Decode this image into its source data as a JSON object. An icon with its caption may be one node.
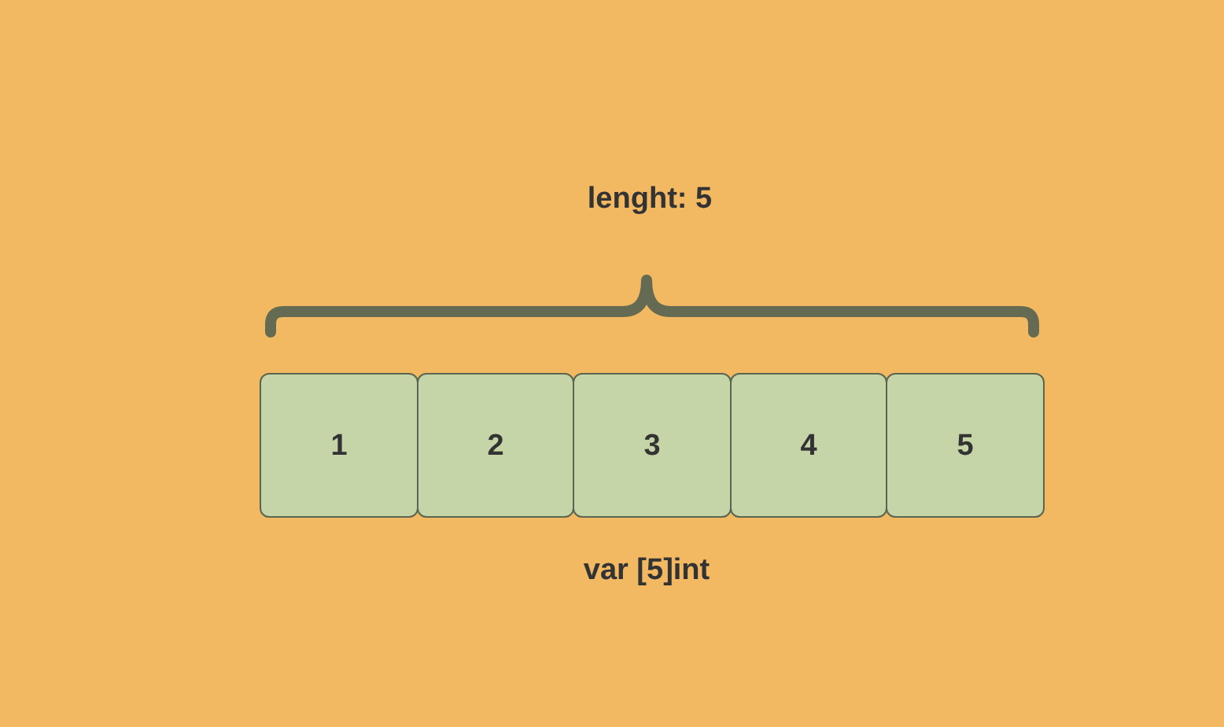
{
  "diagram": {
    "nodes": [
      {
        "text": [
          "1"
        ]
      },
      {
        "text": [
          "2"
        ]
      },
      {
        "text": [
          "3"
        ]
      },
      {
        "text": [
          "4"
        ]
      },
      {
        "text": [
          "5"
        ]
      }
    ],
    "labels": [
      "lenght: 5",
      "var [5]int"
    ]
  }
}
